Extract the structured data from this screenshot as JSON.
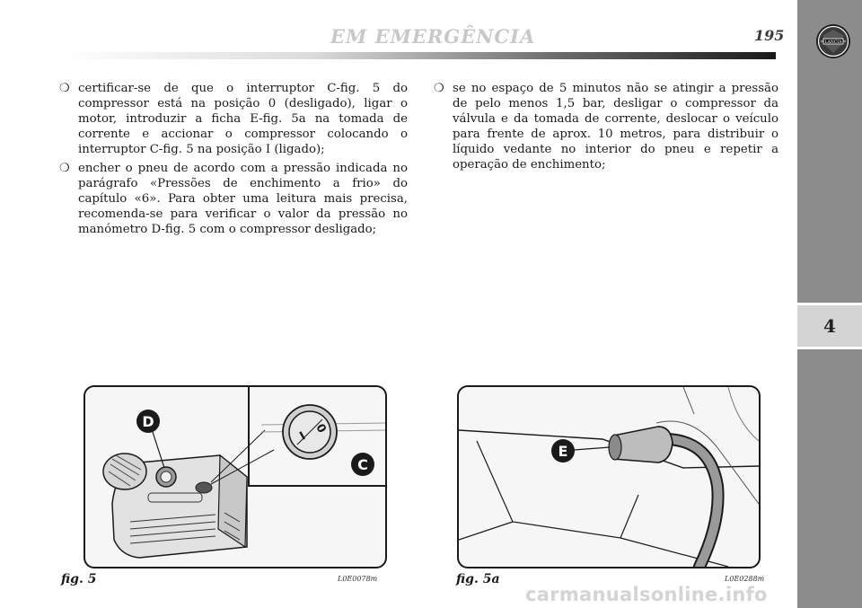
{
  "header": {
    "title": "EM EMERGÊNCIA",
    "page_number": "195"
  },
  "chapter_tab": "4",
  "column_left": [
    "certificar-se de que o interruptor C-fig. 5 do compressor está na posição 0 (desligado), ligar o motor, introduzir a ficha E-fig. 5a na tomada de corrente e accionar o compressor colocando o interruptor C-fig. 5 na posição I (ligado);",
    "encher o pneu de acordo com a pressão indicada no parágrafo «Pressões de enchimento a frio» do capítulo «6». Para obter uma leitura mais precisa, recomenda-se para verificar o valor da pressão no manómetro D-fig. 5 com o compressor desligado;"
  ],
  "column_right": [
    "se no espaço de 5 minutos não se atingir a pressão de pelo menos 1,5 bar, desligar o compressor da válvula e da tomada de corrente, deslocar o veículo para frente de aprox. 10 metros, para distribuir o líquido vedante no interior do pneu e repetir a operação de enchimento;"
  ],
  "figures": [
    {
      "label": "fig. 5",
      "code": "L0E0078m",
      "callouts": [
        "D",
        "C"
      ],
      "switch_marks": [
        "I",
        "0"
      ]
    },
    {
      "label": "fig. 5a",
      "code": "L0E0288m",
      "callouts": [
        "E"
      ]
    }
  ],
  "bullet_glyph": "❍",
  "watermark": "carmanualsonline.info"
}
